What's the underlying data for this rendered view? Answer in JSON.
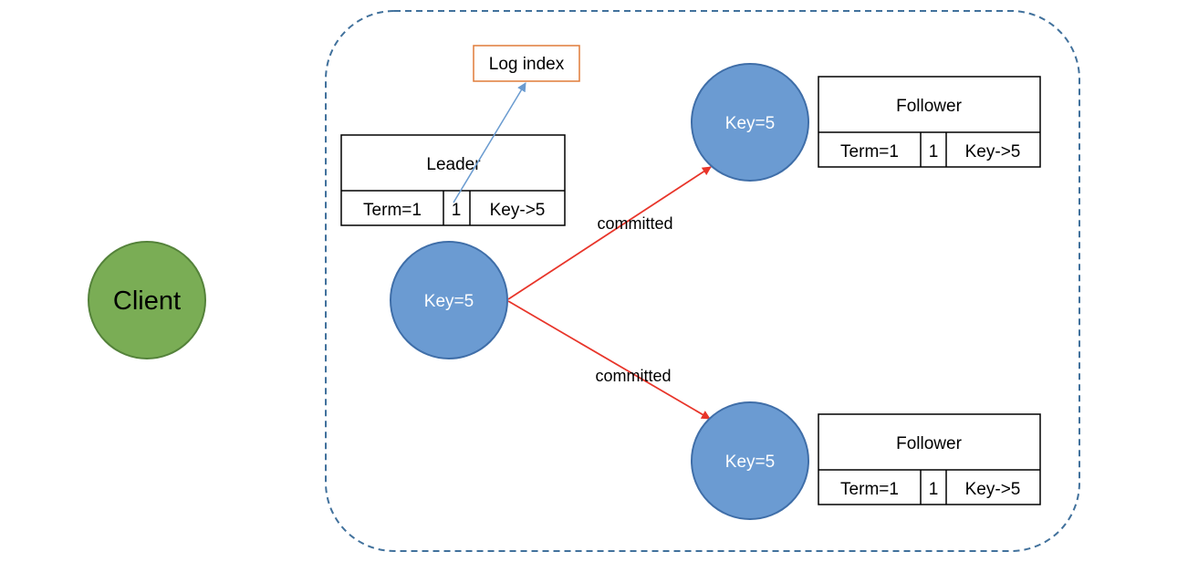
{
  "client": {
    "label": "Client"
  },
  "leader": {
    "node_label": "Key=5",
    "title": "Leader",
    "entry": {
      "term": "Term=1",
      "index": "1",
      "command": "Key->5"
    }
  },
  "log_index_label": "Log index",
  "followers": [
    {
      "node_label": "Key=5",
      "title": "Follower",
      "entry": {
        "term": "Term=1",
        "index": "1",
        "command": "Key->5"
      }
    },
    {
      "node_label": "Key=5",
      "title": "Follower",
      "entry": {
        "term": "Term=1",
        "index": "1",
        "command": "Key->5"
      }
    }
  ],
  "edges": [
    {
      "label": "committed"
    },
    {
      "label": "committed"
    }
  ],
  "colors": {
    "client_fill": "#7aad55",
    "node_fill": "#6b9bd2",
    "node_stroke": "#3f6ea8",
    "cluster_border": "#41719c",
    "commit_arrow": "#e8352a",
    "index_arrow": "#6a9bd0",
    "log_index_border": "#e07b39"
  }
}
